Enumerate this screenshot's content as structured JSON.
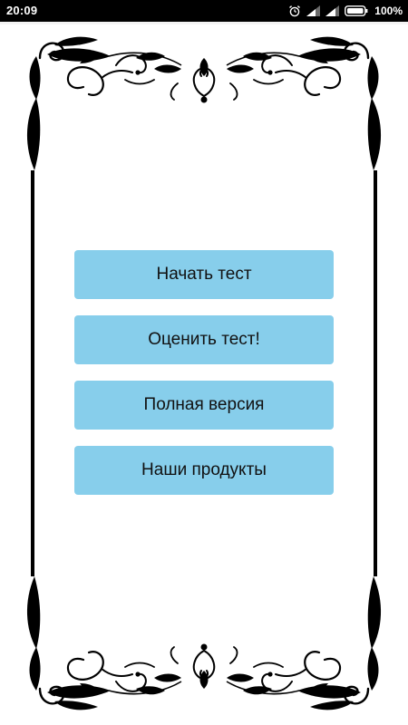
{
  "status_bar": {
    "time": "20:09",
    "battery_percent": "100%",
    "icons": [
      "alarm-clock-icon",
      "signal-icon",
      "signal-icon",
      "battery-icon"
    ]
  },
  "menu": {
    "buttons": [
      {
        "label": "Начать тест"
      },
      {
        "label": "Оценить тест!"
      },
      {
        "label": "Полная версия"
      },
      {
        "label": "Наши продукты"
      }
    ]
  },
  "colors": {
    "button_background": "#87ceeb",
    "button_text": "#111111",
    "frame": "#000000",
    "background": "#ffffff"
  }
}
